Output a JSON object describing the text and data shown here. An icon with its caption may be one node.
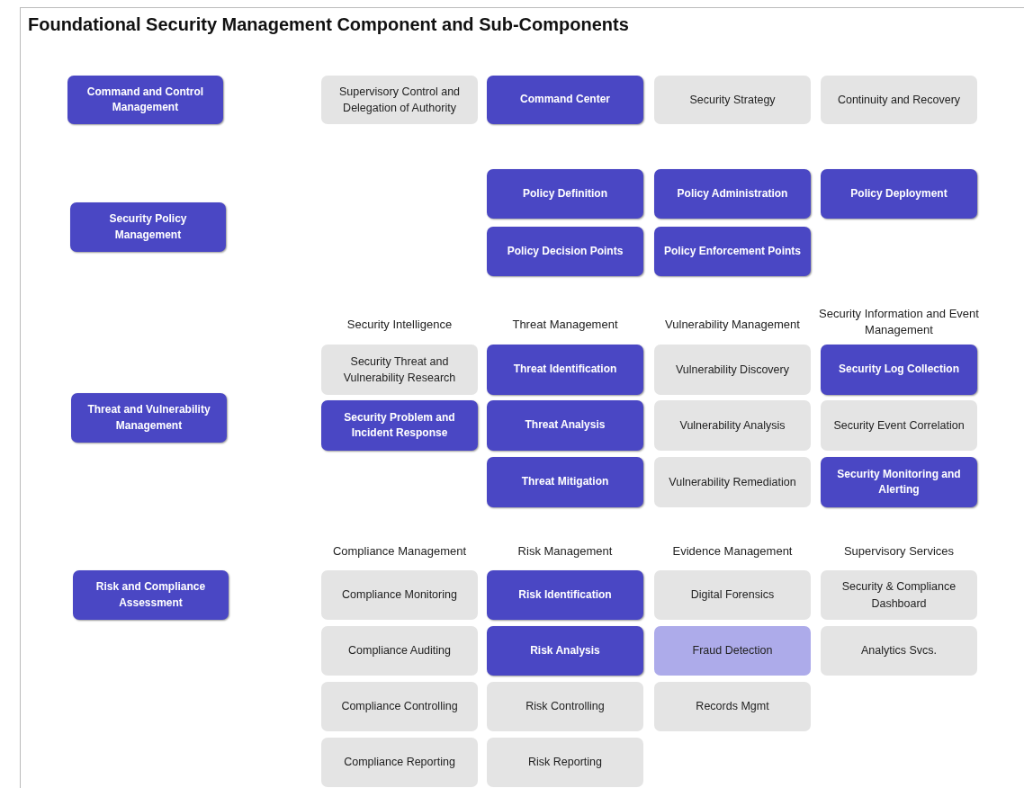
{
  "diagram": {
    "title": "Foundational Security Management Component and Sub-Components",
    "nodes": [
      {
        "text": [
          "Command and Control Management"
        ]
      },
      {
        "text": [
          "Supervisory Control and Delegation of Authority"
        ]
      },
      {
        "text": [
          "Command Center"
        ]
      },
      {
        "text": [
          "Security Strategy"
        ]
      },
      {
        "text": [
          "Continuity and Recovery"
        ]
      },
      {
        "text": [
          "Security Policy Management"
        ]
      },
      {
        "text": [
          "Policy Definition"
        ]
      },
      {
        "text": [
          "Policy Administration"
        ]
      },
      {
        "text": [
          "Policy Deployment"
        ]
      },
      {
        "text": [
          "Policy Decision Points"
        ]
      },
      {
        "text": [
          "Policy Enforcement Points"
        ]
      },
      {
        "text": [
          "Threat and Vulnerability Management"
        ]
      },
      {
        "text": [
          "Security Threat and Vulnerability Research"
        ]
      },
      {
        "text": [
          "Threat Identification"
        ]
      },
      {
        "text": [
          "Vulnerability Discovery"
        ]
      },
      {
        "text": [
          "Security Log Collection"
        ]
      },
      {
        "text": [
          "Security Problem and Incident Response"
        ]
      },
      {
        "text": [
          "Threat Analysis"
        ]
      },
      {
        "text": [
          "Vulnerability Analysis"
        ]
      },
      {
        "text": [
          "Security Event Correlation"
        ]
      },
      {
        "text": [
          "Threat Mitigation"
        ]
      },
      {
        "text": [
          "Vulnerability Remediation"
        ]
      },
      {
        "text": [
          "Security Monitoring and Alerting"
        ]
      },
      {
        "text": [
          "Risk and Compliance Assessment"
        ]
      },
      {
        "text": [
          "Compliance Monitoring"
        ]
      },
      {
        "text": [
          "Risk Identification"
        ]
      },
      {
        "text": [
          "Digital Forensics"
        ]
      },
      {
        "text": [
          "Security & Compliance Dashboard"
        ]
      },
      {
        "text": [
          "Compliance Auditing"
        ]
      },
      {
        "text": [
          "Risk Analysis"
        ]
      },
      {
        "text": [
          "Fraud Detection"
        ]
      },
      {
        "text": [
          "Analytics Svcs."
        ]
      },
      {
        "text": [
          "Compliance Controlling"
        ]
      },
      {
        "text": [
          "Risk Controlling"
        ]
      },
      {
        "text": [
          "Records Mgmt"
        ]
      },
      {
        "text": [
          "Compliance Reporting"
        ]
      },
      {
        "text": [
          "Risk Reporting"
        ]
      }
    ],
    "edges": [],
    "labels": [
      "Security Intelligence",
      "Threat Management",
      "Vulnerability Management",
      "Security Information and Event Management",
      "Compliance Management",
      "Risk Management",
      "Evidence Management",
      "Supervisory Services"
    ]
  }
}
